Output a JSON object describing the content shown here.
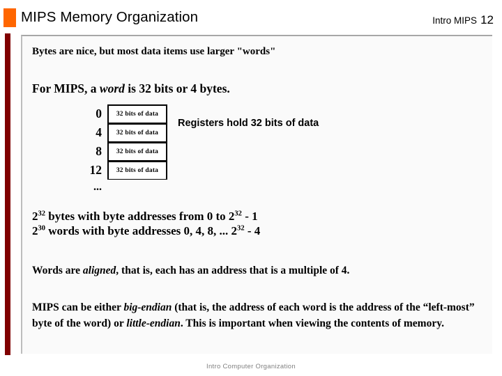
{
  "header": {
    "title": "MIPS Memory Organization",
    "right_label": "Intro MIPS",
    "right_number": "12",
    "accent_square_color": "#ff6600",
    "accent_bar_color": "#800000"
  },
  "body": {
    "intro_line": "Bytes are nice, but most data items use larger \"words\"",
    "word_def": {
      "prefix": "For MIPS, a ",
      "italic": "word",
      "suffix": " is 32 bits or 4 bytes."
    }
  },
  "memory_diagram": {
    "rows": [
      {
        "address": "0",
        "cell": "32 bits of data"
      },
      {
        "address": "4",
        "cell": "32 bits of data"
      },
      {
        "address": "8",
        "cell": "32 bits of data"
      },
      {
        "address": "12",
        "cell": "32 bits of data"
      }
    ],
    "ellipsis": "...",
    "registers_note": "Registers hold 32 bits of data"
  },
  "capacity": {
    "bytes_line": {
      "base1": "2",
      "exp1": "32",
      "mid": " bytes with byte addresses from 0 to ",
      "base2": "2",
      "exp2": "32",
      "tail": " - 1"
    },
    "words_line": {
      "base1": "2",
      "exp1": "30",
      "mid": " words with byte addresses 0, 4, 8, ... ",
      "base2": "2",
      "exp2": "32",
      "tail": " - 4"
    }
  },
  "alignment": {
    "prefix": "Words are ",
    "italic": "aligned",
    "suffix": ", that is, each has an address that is a multiple of 4."
  },
  "endianness": {
    "part1": "MIPS can be either ",
    "italic1": "big-endian",
    "part2": " (that is, the address of each word is the address of the “left-most” byte of the word) or ",
    "italic2": "little-endian",
    "part3": ".  This is important when viewing the contents of memory."
  },
  "footer": {
    "text": "Intro Computer Organization"
  }
}
